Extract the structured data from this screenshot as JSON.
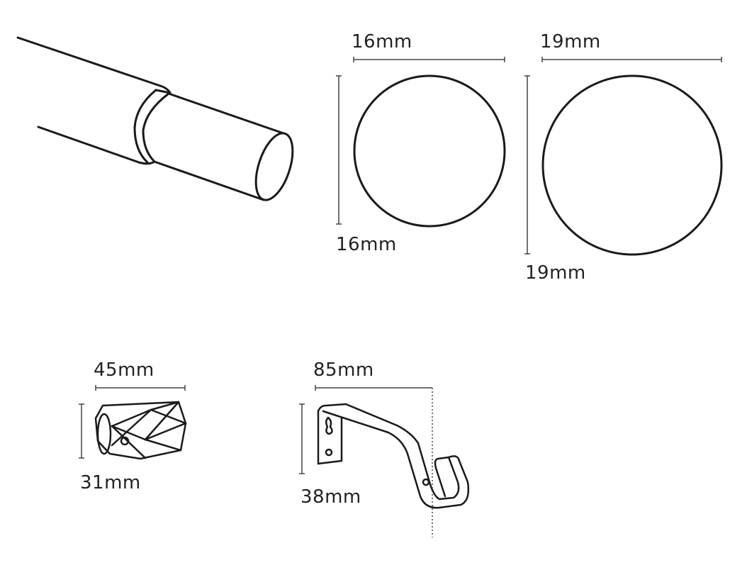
{
  "diagram": {
    "title": "",
    "ink_color": "#1a1a1a",
    "dimension_line_color": "#444444",
    "rod": {
      "name": "curtain pole with end"
    },
    "profile_16": {
      "width_label": "16mm",
      "height_label": "16mm"
    },
    "profile_19": {
      "width_label": "19mm",
      "height_label": "19mm"
    },
    "finial": {
      "width_label": "45mm",
      "height_label": "31mm"
    },
    "bracket": {
      "width_label": "85mm",
      "height_label": "38mm"
    }
  }
}
